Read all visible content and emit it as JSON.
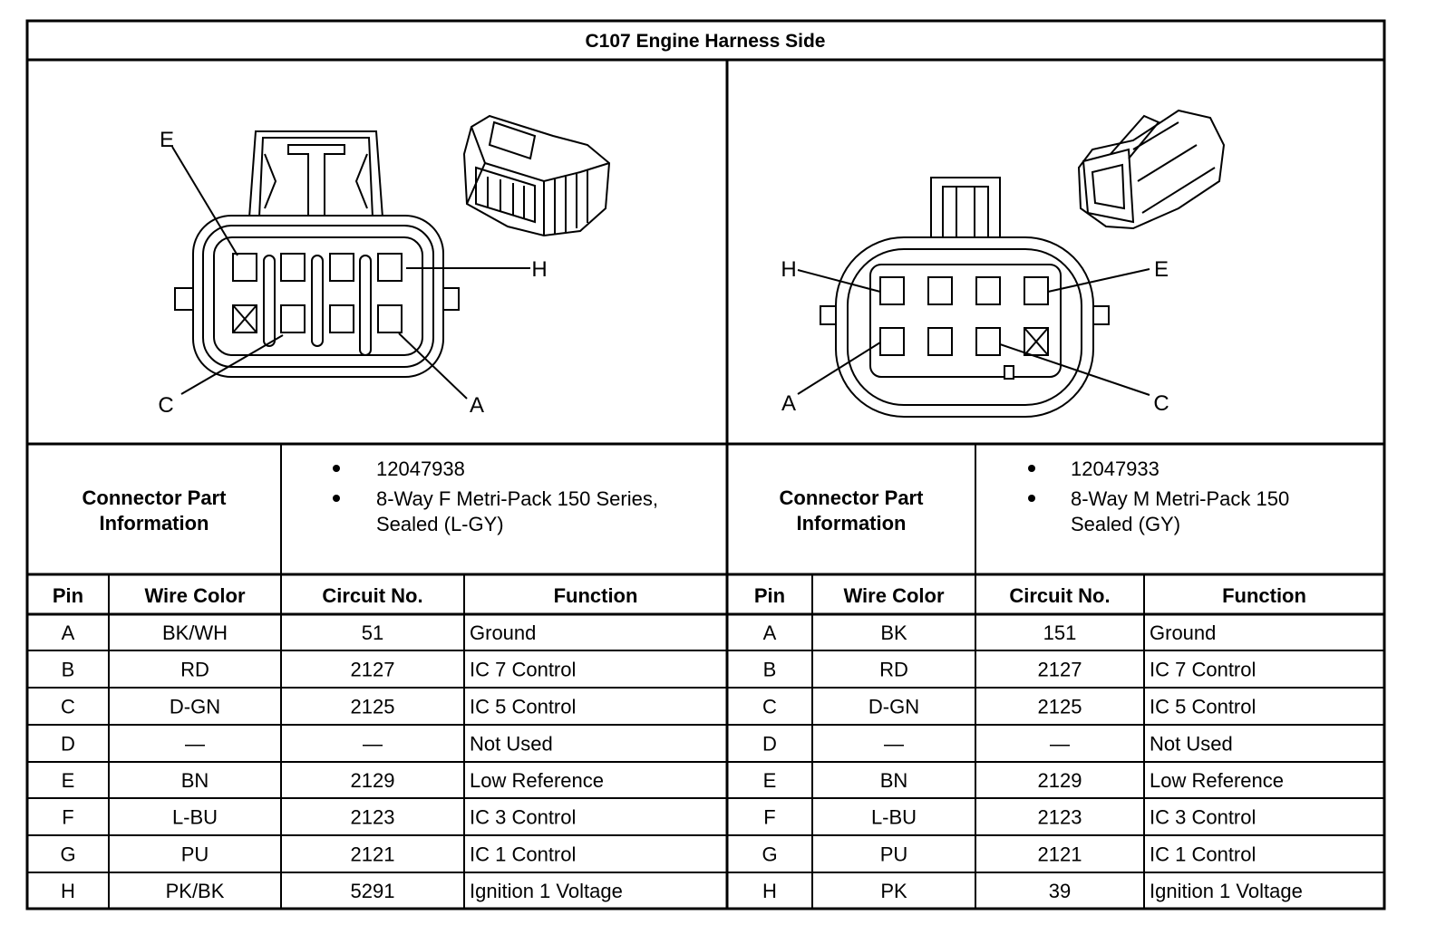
{
  "title": "C107 Engine Harness Side",
  "connectors": [
    {
      "pin_labels": {
        "E": "E",
        "H": "H",
        "C": "C",
        "A": "A"
      },
      "info_label": "Connector Part Information",
      "info_lines": [
        "12047938",
        "8-Way F Metri-Pack 150 Series, Sealed (L-GY)"
      ],
      "columns": [
        "Pin",
        "Wire Color",
        "Circuit No.",
        "Function"
      ],
      "rows": [
        [
          "A",
          "BK/WH",
          "51",
          "Ground"
        ],
        [
          "B",
          "RD",
          "2127",
          "IC 7 Control"
        ],
        [
          "C",
          "D-GN",
          "2125",
          "IC 5 Control"
        ],
        [
          "D",
          "—",
          "—",
          "Not Used"
        ],
        [
          "E",
          "BN",
          "2129",
          "Low Reference"
        ],
        [
          "F",
          "L-BU",
          "2123",
          "IC 3 Control"
        ],
        [
          "G",
          "PU",
          "2121",
          "IC 1 Control"
        ],
        [
          "H",
          "PK/BK",
          "5291",
          "Ignition 1 Voltage"
        ]
      ]
    },
    {
      "pin_labels": {
        "H": "H",
        "E": "E",
        "A": "A",
        "C": "C"
      },
      "info_label": "Connector Part Information",
      "info_lines": [
        "12047933",
        "8-Way M Metri-Pack 150 Sealed (GY)"
      ],
      "columns": [
        "Pin",
        "Wire Color",
        "Circuit No.",
        "Function"
      ],
      "rows": [
        [
          "A",
          "BK",
          "151",
          "Ground"
        ],
        [
          "B",
          "RD",
          "2127",
          "IC 7 Control"
        ],
        [
          "C",
          "D-GN",
          "2125",
          "IC 5 Control"
        ],
        [
          "D",
          "—",
          "—",
          "Not Used"
        ],
        [
          "E",
          "BN",
          "2129",
          "Low Reference"
        ],
        [
          "F",
          "L-BU",
          "2123",
          "IC 3 Control"
        ],
        [
          "G",
          "PU",
          "2121",
          "IC 1 Control"
        ],
        [
          "H",
          "PK",
          "39",
          "Ignition 1 Voltage"
        ]
      ]
    }
  ]
}
